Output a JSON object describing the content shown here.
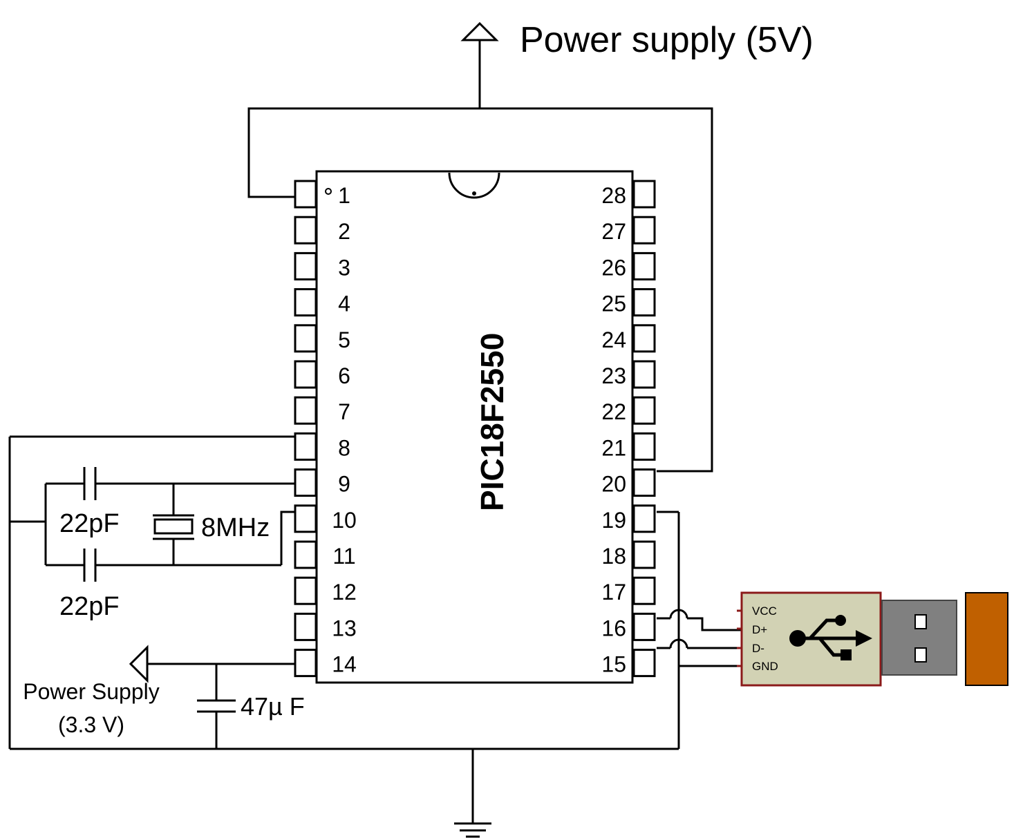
{
  "title": "Power supply (5V)",
  "chip": {
    "part": "PIC18F2550"
  },
  "pins_left": [
    "1",
    "2",
    "3",
    "4",
    "5",
    "6",
    "7",
    "8",
    "9",
    "10",
    "11",
    "12",
    "13",
    "14"
  ],
  "pins_right": [
    "28",
    "27",
    "26",
    "25",
    "24",
    "23",
    "22",
    "21",
    "20",
    "19",
    "18",
    "17",
    "16",
    "15"
  ],
  "components": {
    "cap_top": "22pF",
    "cap_bottom": "22pF",
    "crystal": "8MHz",
    "cap_supply": "47µ F"
  },
  "supply_low": {
    "line1": "Power Supply",
    "line2": "(3.3 V)"
  },
  "usb": {
    "pins": [
      "VCC",
      "D+",
      "D-",
      "GND"
    ],
    "colors": {
      "body": "#d2d2b4",
      "border": "#8b1a1a",
      "plug": "#808080",
      "cap": "#c06000"
    }
  }
}
